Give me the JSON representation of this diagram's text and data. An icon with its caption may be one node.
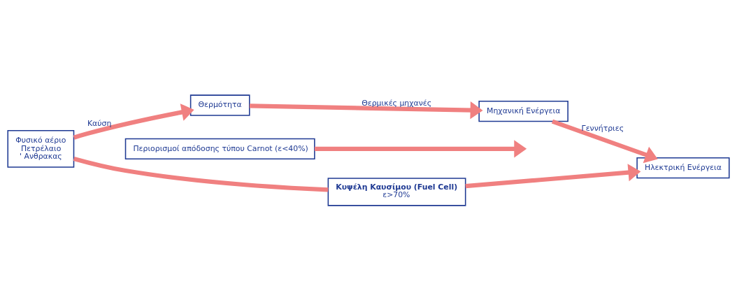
{
  "diagram": {
    "nodes": [
      {
        "text": [
          "Φυσικό αέριο",
          "Πετρέλαιο",
          "' Ανθρακας"
        ]
      },
      {
        "text": [
          "Θερμότητα"
        ]
      },
      {
        "text": [
          "Μηχανική Ενέργεια"
        ]
      },
      {
        "text": [
          "Ηλεκτρική Ενέργεια"
        ]
      },
      {
        "text": [
          "Περιορισμοί απόδοσης τύπου Carnot (ε<40%)"
        ]
      },
      {
        "text": [
          "Κυψέλη Καυσίμου (Fuel Cell)",
          "ε>70%"
        ]
      }
    ],
    "edges": [
      {
        "from": 0,
        "to": 1,
        "arrow": "to",
        "label": "Καύση"
      },
      {
        "from": 1,
        "to": 2,
        "arrow": "to",
        "label": "Θερμικές μηχανές"
      },
      {
        "from": 2,
        "to": 3,
        "arrow": "to",
        "label": "Γεννήτριες"
      },
      {
        "from": 4,
        "to": null,
        "arrow": "to"
      },
      {
        "from": 0,
        "to": 5,
        "arrow": "none"
      },
      {
        "from": 5,
        "to": 3,
        "arrow": "to"
      }
    ]
  }
}
